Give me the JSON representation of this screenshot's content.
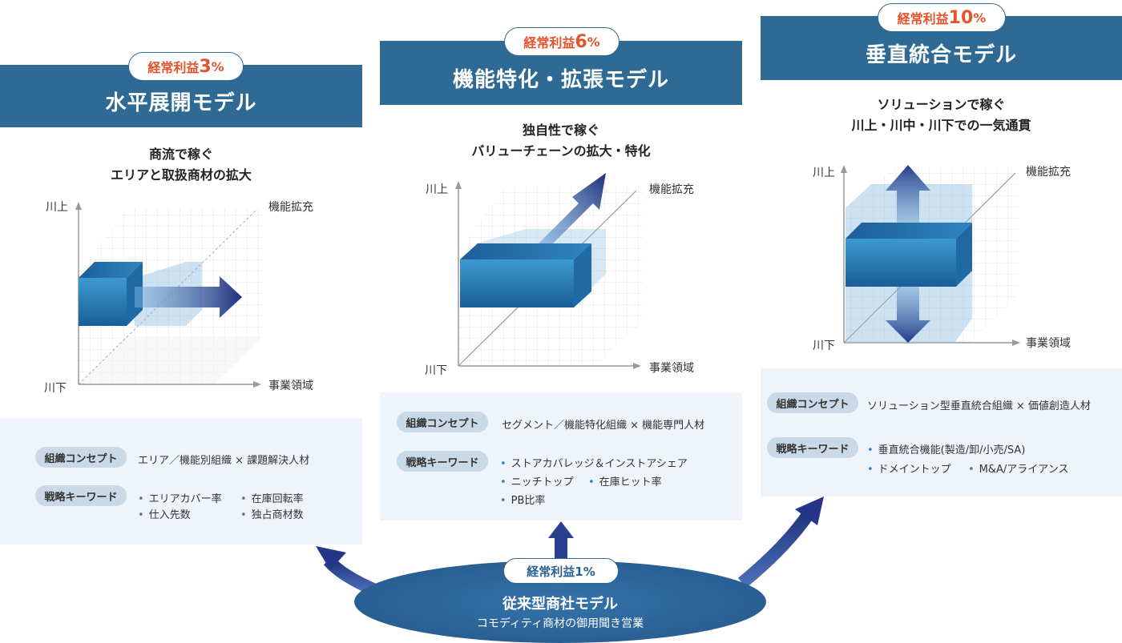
{
  "base": {
    "badge": "経常利益1%",
    "title": "従来型商社モデル",
    "subtitle": "コモディティ商材の御用聞き営業"
  },
  "models": [
    {
      "badge_prefix": "経常利益",
      "badge_num": "3",
      "badge_suffix": "%",
      "title": "水平展開モデル",
      "subtitle1": "商流で稼ぐ",
      "subtitle2": "エリアと取扱商材の拡大",
      "axis_up": "川上",
      "axis_down": "川下",
      "axis_func": "機能拡充",
      "axis_biz": "事業領域",
      "concept_tag": "組織コンセプト",
      "concept": "エリア／機能別組織 × 課題解決人材",
      "keyword_tag": "戦略キーワード",
      "keywords": [
        "エリアカバー率",
        "在庫回転率",
        "仕入先数",
        "独占商材数"
      ]
    },
    {
      "badge_prefix": "経常利益",
      "badge_num": "6",
      "badge_suffix": "%",
      "title": "機能特化・拡張モデル",
      "subtitle1": "独自性で稼ぐ",
      "subtitle2": "バリューチェーンの拡大・特化",
      "axis_up": "川上",
      "axis_down": "川下",
      "axis_func": "機能拡充",
      "axis_biz": "事業領域",
      "concept_tag": "組織コンセプト",
      "concept": "セグメント／機能特化組織 × 機能専門人材",
      "keyword_tag": "戦略キーワード",
      "keywords": [
        "ストアカバレッジ＆インストアシェア",
        "ニッチトップ",
        "在庫ヒット率",
        "PB比率"
      ]
    },
    {
      "badge_prefix": "経常利益",
      "badge_num": "10",
      "badge_suffix": "%",
      "title": "垂直統合モデル",
      "subtitle1": "ソリューションで稼ぐ",
      "subtitle2": "川上・川中・川下での一気通貫",
      "axis_up": "川上",
      "axis_down": "川下",
      "axis_func": "機能拡充",
      "axis_biz": "事業領域",
      "concept_tag": "組織コンセプト",
      "concept": "ソリューション型垂直統合組織 × 価値創造人材",
      "keyword_tag": "戦略キーワード",
      "keywords": [
        "垂直統合機能(製造/卸/小売/SA)",
        "ドメイントップ",
        "M&A/アライアンス"
      ]
    }
  ],
  "colors": {
    "header": "#2e6a94",
    "accent": "#e4532a",
    "panel": "#eef4fa",
    "arrow": "#2b3f8f"
  }
}
